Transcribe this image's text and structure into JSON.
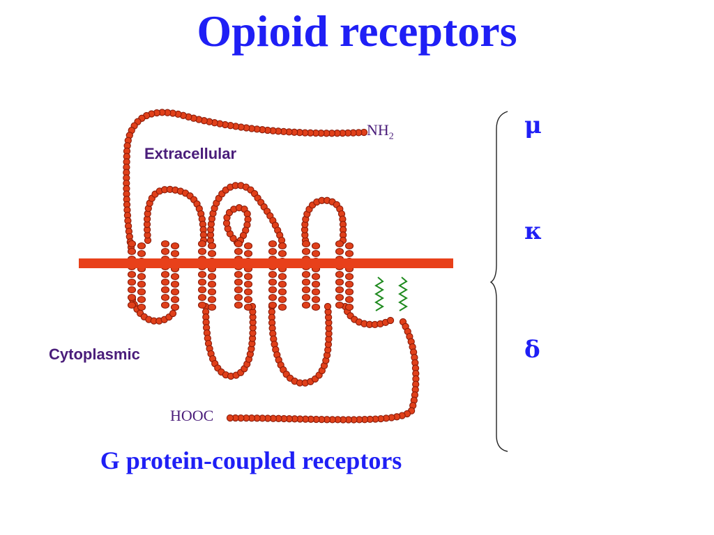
{
  "title": "Opioid receptors",
  "labels": {
    "extracellular": "Extracellular",
    "cytoplasmic": "Cytoplasmic",
    "n_terminus": "NH",
    "n_terminus_sub": "2",
    "c_terminus": "HOOC"
  },
  "receptor_types": [
    "μ",
    "κ",
    "δ"
  ],
  "caption": "G protein-coupled receptors",
  "colors": {
    "title": "#1f1ff5",
    "residue_fill": "#e0401a",
    "residue_stroke": "#8a1a08",
    "membrane": "#e8401a",
    "palmitoyl": "#1e8a1e",
    "label": "#4a1d7a"
  }
}
